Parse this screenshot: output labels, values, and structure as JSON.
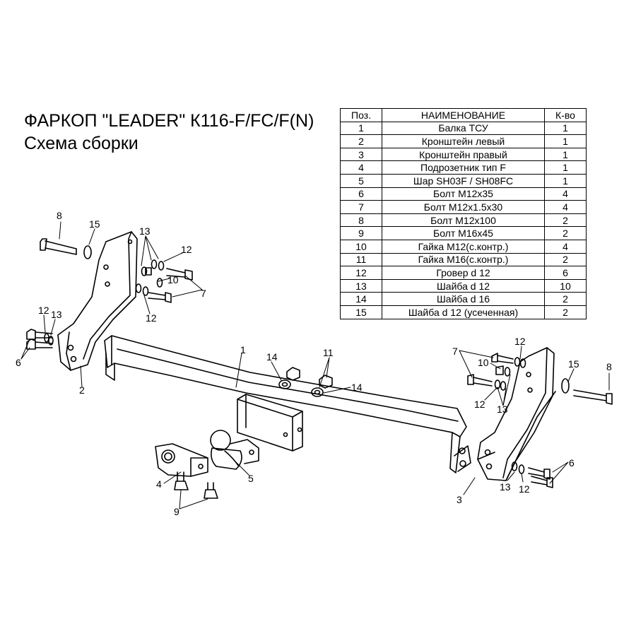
{
  "header": {
    "title": "ФАРКОП \"LEADER\" К116-F/FC/F(N)",
    "subtitle": "Схема сборки"
  },
  "parts_table": {
    "columns": [
      "Поз.",
      "НАИМЕНОВАНИЕ",
      "К-во"
    ],
    "rows": [
      {
        "pos": "1",
        "name": "Балка ТСУ",
        "qty": "1"
      },
      {
        "pos": "2",
        "name": "Кронштейн левый",
        "qty": "1"
      },
      {
        "pos": "3",
        "name": "Кронштейн правый",
        "qty": "1"
      },
      {
        "pos": "4",
        "name": "Подрозетник тип F",
        "qty": "1"
      },
      {
        "pos": "5",
        "name": "Шар SH03F / SH08FC",
        "qty": "1"
      },
      {
        "pos": "6",
        "name": "Болт М12х35",
        "qty": "4"
      },
      {
        "pos": "7",
        "name": "Болт М12х1.5х30",
        "qty": "4"
      },
      {
        "pos": "8",
        "name": "Болт М12х100",
        "qty": "2"
      },
      {
        "pos": "9",
        "name": "Болт М16х45",
        "qty": "2"
      },
      {
        "pos": "10",
        "name": "Гайка М12(с.контр.)",
        "qty": "4"
      },
      {
        "pos": "11",
        "name": "Гайка  М16(с.контр.)",
        "qty": "2"
      },
      {
        "pos": "12",
        "name": "Гровер d 12",
        "qty": "6"
      },
      {
        "pos": "13",
        "name": "Шайба d 12",
        "qty": "10"
      },
      {
        "pos": "14",
        "name": "Шайба d 16",
        "qty": "2"
      },
      {
        "pos": "15",
        "name": "Шайба d 12 (усеченная)",
        "qty": "2"
      }
    ]
  },
  "callouts": {
    "beam": "1",
    "left_bracket": "2",
    "right_bracket": "3",
    "socket_holder": "4",
    "ball": "5",
    "bolt_m12x35_left": "6",
    "bolt_m12x35_right": "6",
    "bolt_m12x15_left": "7",
    "bolt_m12x15_right": "7",
    "bolt_m12x100_left": "8",
    "bolt_m12x100_right": "8",
    "bolt_m16": "9",
    "nut_m12_left": "10",
    "nut_m12_right": "10",
    "nut_m16": "11",
    "grover_left_top": "12",
    "grover_left_mid": "12",
    "grover_left_low": "12",
    "grover_right_top": "12",
    "grover_right_mid": "12",
    "grover_right_low": "12",
    "washer_left_top": "13",
    "washer_left_low": "13",
    "washer_right_mid": "13",
    "washer_right_low": "13",
    "washer_d16_a": "14",
    "washer_d16_b": "14",
    "washer_cut_left": "15",
    "washer_cut_right": "15"
  }
}
